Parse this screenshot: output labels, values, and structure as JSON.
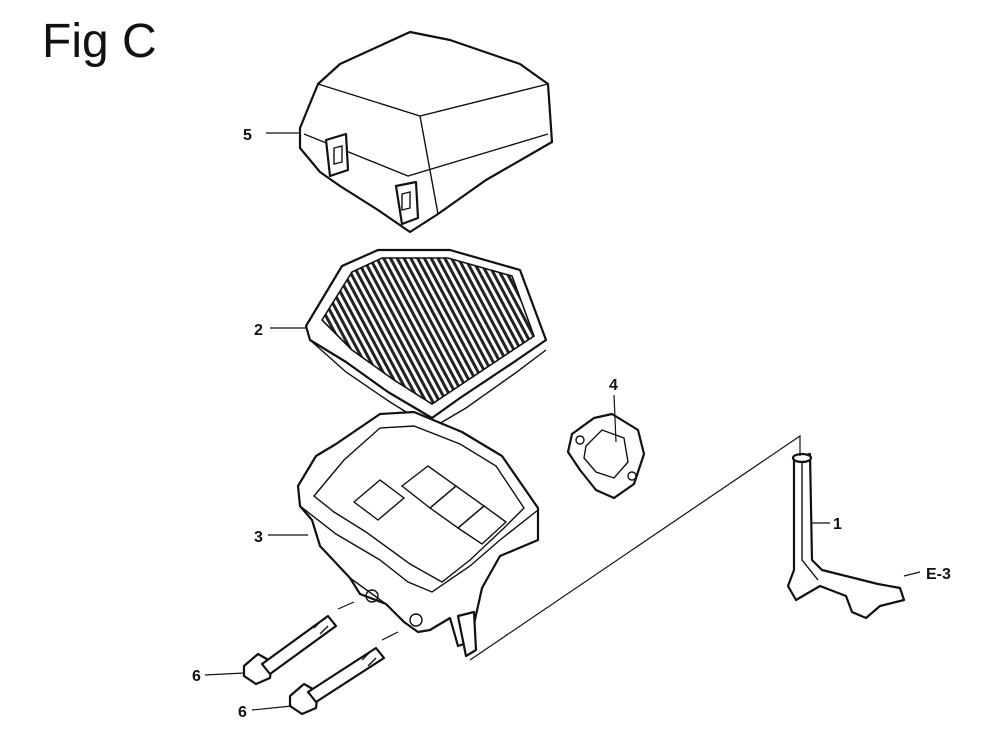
{
  "figure": {
    "title": "Fig C"
  },
  "callouts": [
    {
      "id": "label-5",
      "text": "5"
    },
    {
      "id": "label-2",
      "text": "2"
    },
    {
      "id": "label-4",
      "text": "4"
    },
    {
      "id": "label-3",
      "text": "3"
    },
    {
      "id": "label-1",
      "text": "1"
    },
    {
      "id": "label-6a",
      "text": "6"
    },
    {
      "id": "label-6b",
      "text": "6"
    }
  ],
  "reference": {
    "text": "E-3"
  }
}
